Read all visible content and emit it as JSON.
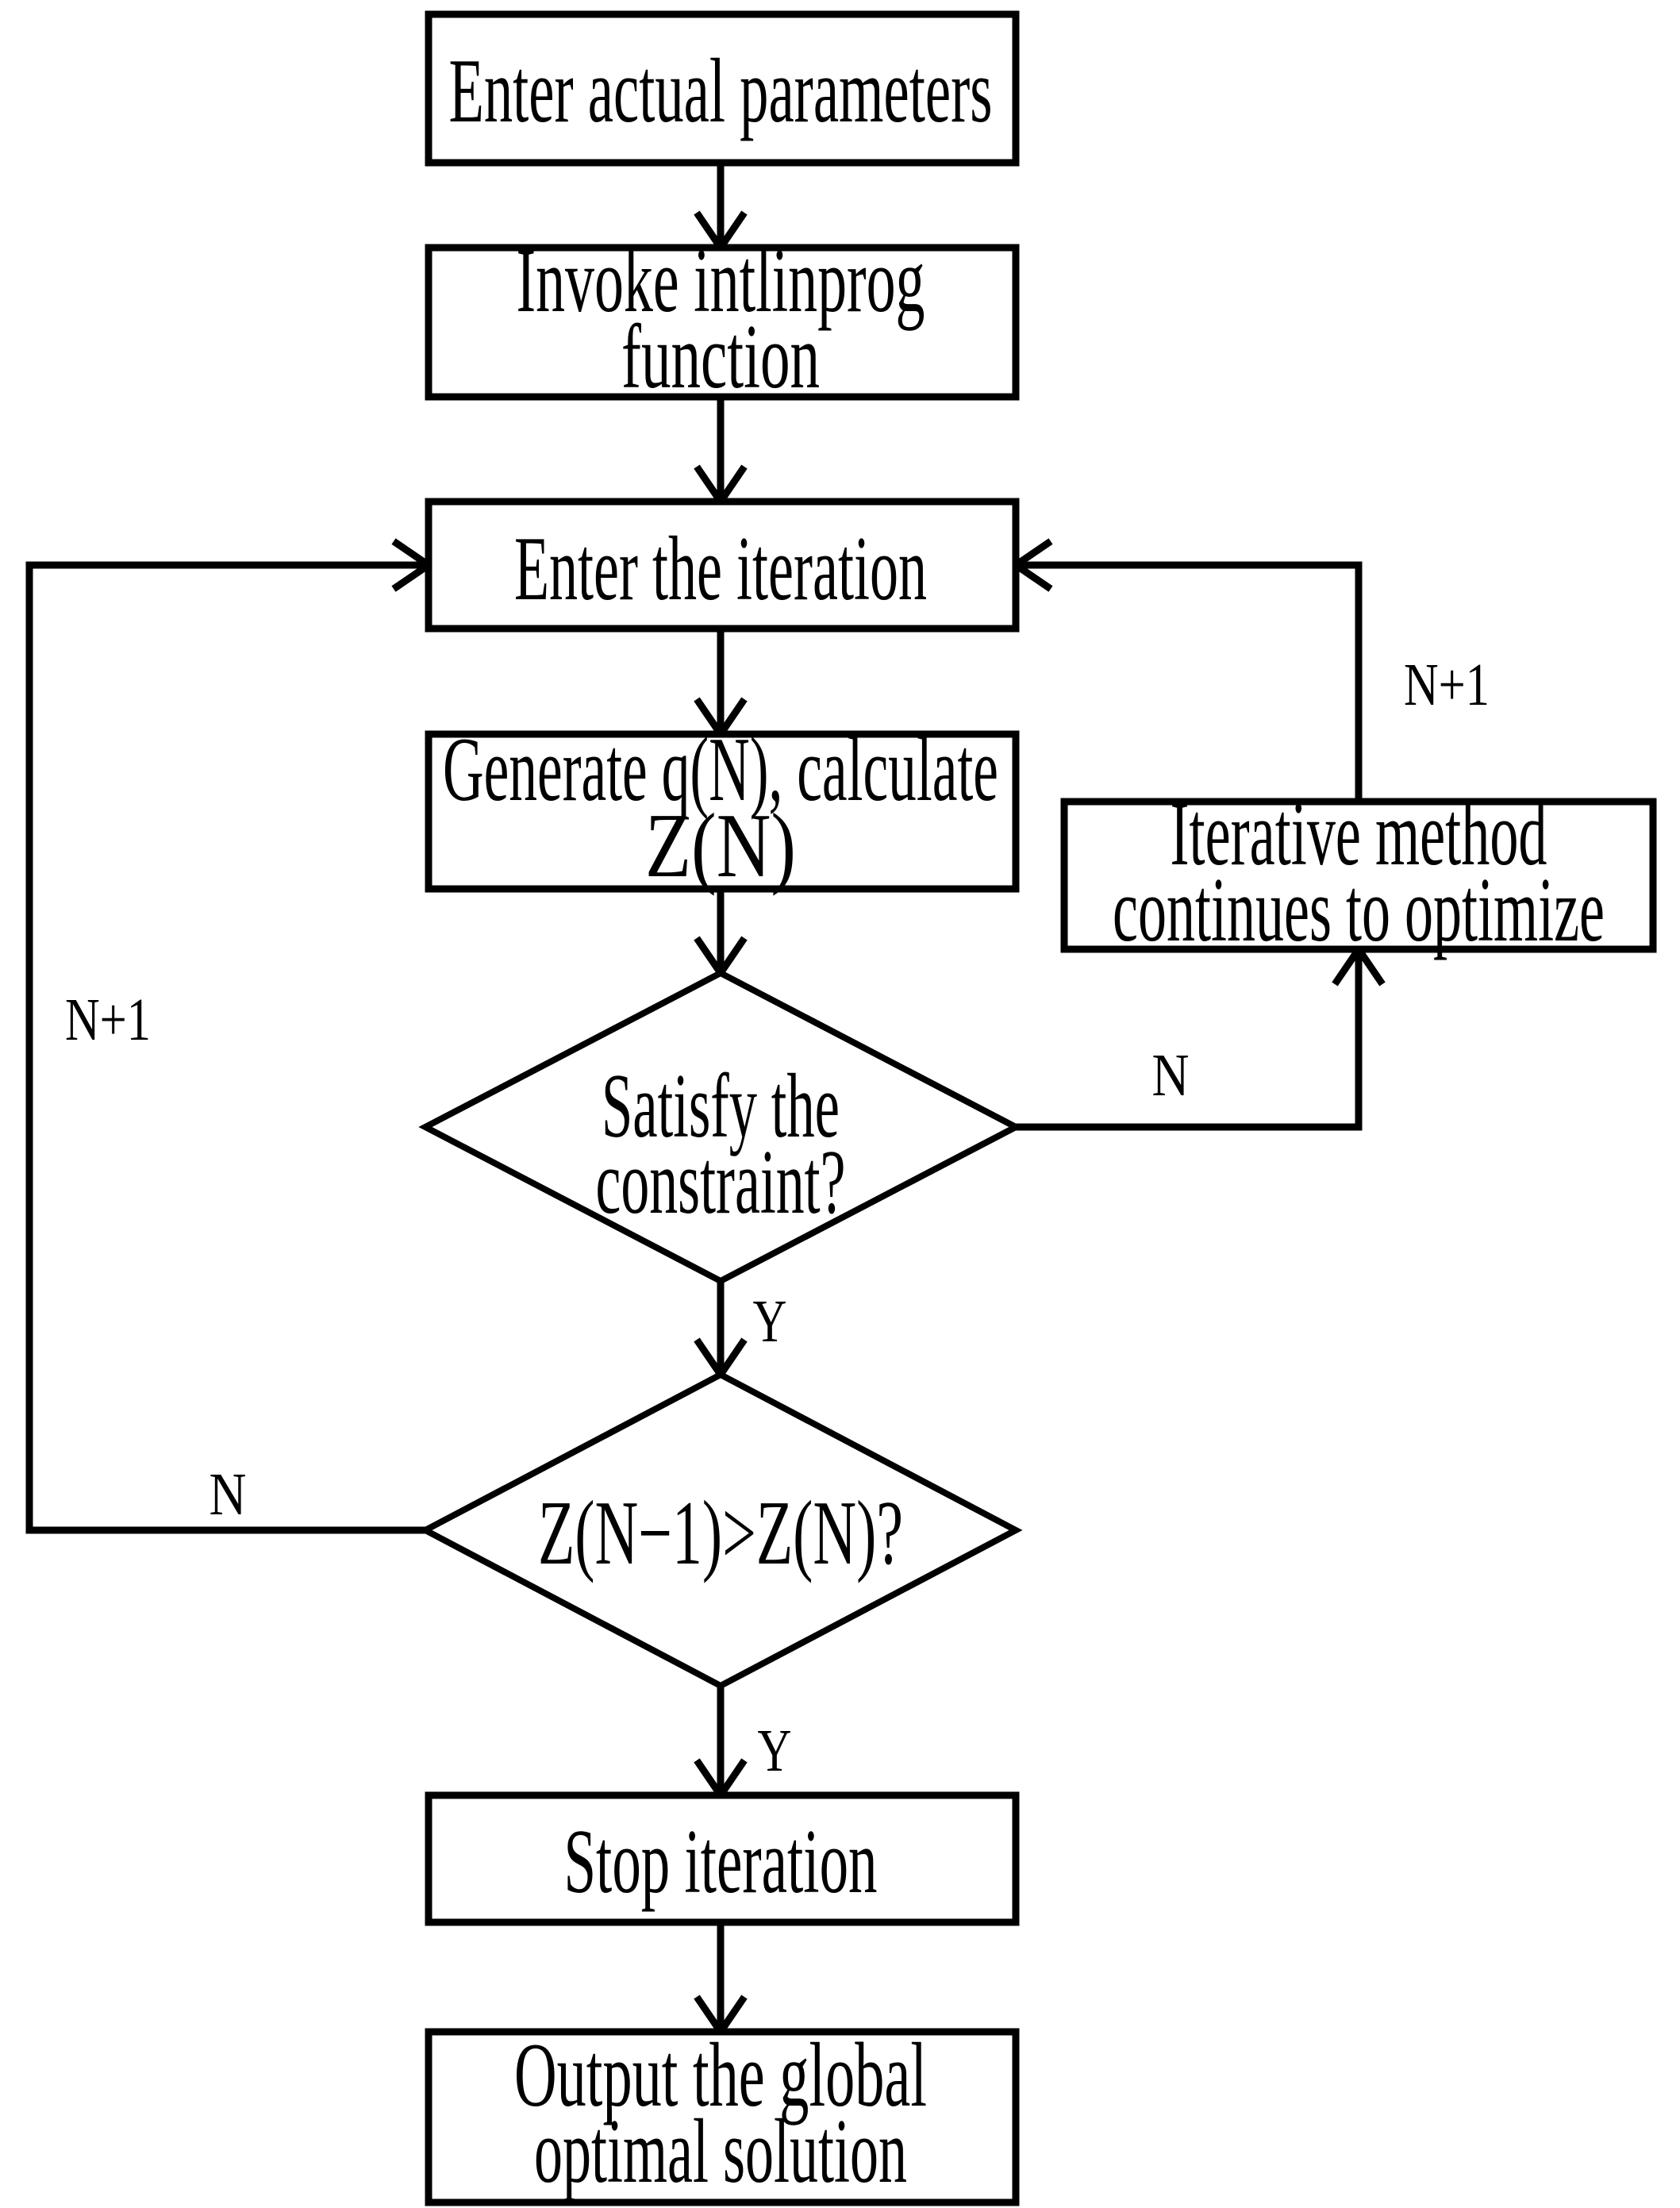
{
  "flowchart": {
    "colors": {
      "stroke": "#000000",
      "background": "#ffffff",
      "text": "#000000"
    },
    "nodes": {
      "enter_parameters": {
        "shape": "rect",
        "lines": [
          "Enter actual parameters"
        ]
      },
      "invoke_intlinprog": {
        "shape": "rect",
        "lines": [
          "Invoke intlinprog",
          "function"
        ]
      },
      "enter_iteration": {
        "shape": "rect",
        "lines": [
          "Enter the iteration"
        ]
      },
      "generate_calculate": {
        "shape": "rect",
        "lines": [
          "Generate q(N), calculate",
          "Z(N)"
        ]
      },
      "satisfy_constraint": {
        "shape": "diamond",
        "lines": [
          "Satisfy the",
          "constraint?"
        ]
      },
      "compare_z": {
        "shape": "diamond",
        "lines": [
          "Z(N−1)>Z(N)?"
        ]
      },
      "stop_iteration": {
        "shape": "rect",
        "lines": [
          "Stop iteration"
        ]
      },
      "output_solution": {
        "shape": "rect",
        "lines": [
          "Output the global",
          "optimal solution"
        ]
      },
      "iterative_optimize": {
        "shape": "rect",
        "lines": [
          "Iterative method",
          "continues to optimize"
        ]
      }
    },
    "labels": {
      "satisfy_no": "N",
      "satisfy_yes": "Y",
      "compare_no": "N",
      "compare_yes": "Y",
      "right_loop_increment": "N+1",
      "left_loop_increment": "N+1"
    }
  }
}
